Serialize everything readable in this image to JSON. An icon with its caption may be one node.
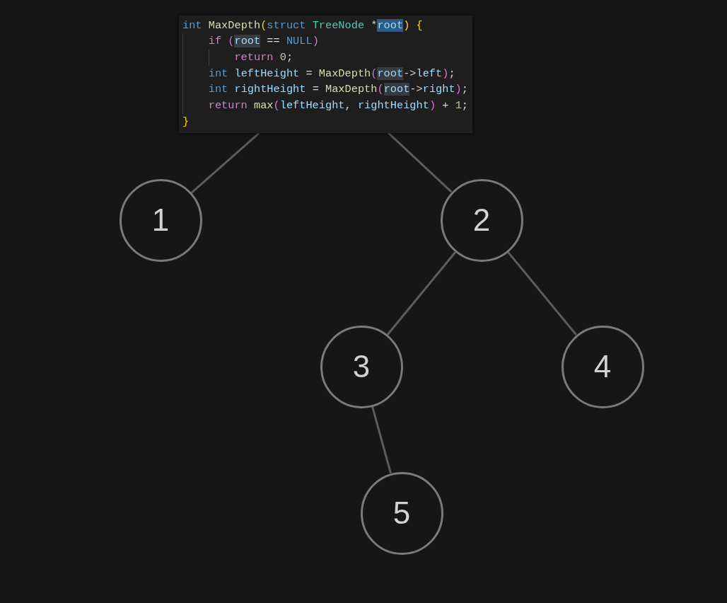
{
  "diagram": {
    "nodes": [
      {
        "text": [
          "int MaxDepth(struct TreeNode *root) {",
          "    if (root == NULL)",
          "        return 0;",
          "    int leftHeight = MaxDepth(root->left);",
          "    int rightHeight = MaxDepth(root->right);",
          "    return max(leftHeight, rightHeight) + 1;",
          "}"
        ]
      },
      {
        "text": [
          "1"
        ]
      },
      {
        "text": [
          "2"
        ]
      },
      {
        "text": [
          "3"
        ]
      },
      {
        "text": [
          "4"
        ]
      },
      {
        "text": [
          "5"
        ]
      }
    ],
    "edges": [
      {
        "from": 0,
        "to": 1,
        "arrow": "none"
      },
      {
        "from": 0,
        "to": 2,
        "arrow": "none"
      },
      {
        "from": 2,
        "to": 3,
        "arrow": "none"
      },
      {
        "from": 2,
        "to": 4,
        "arrow": "none"
      },
      {
        "from": 3,
        "to": 5,
        "arrow": "none"
      }
    ]
  }
}
